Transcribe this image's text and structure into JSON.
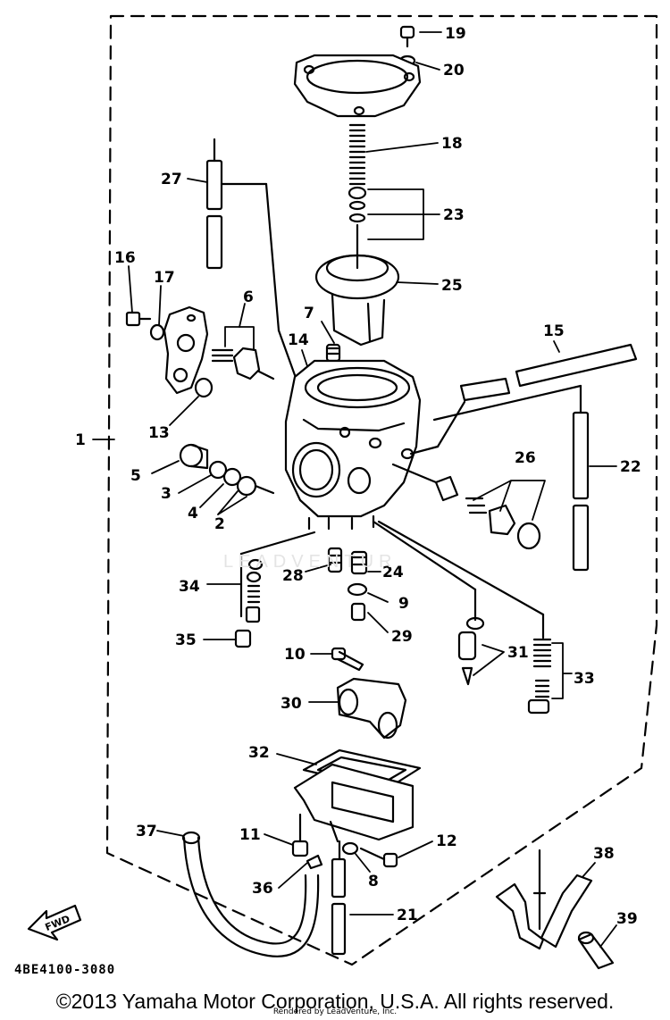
{
  "diagram": {
    "part_code": "4BE4100-3080",
    "fwd_label": "FWD",
    "watermark": "LEADVENTUR",
    "callouts": [
      "1",
      "2",
      "3",
      "4",
      "5",
      "6",
      "7",
      "8",
      "9",
      "10",
      "11",
      "12",
      "13",
      "14",
      "15",
      "16",
      "17",
      "18",
      "19",
      "20",
      "21",
      "22",
      "23",
      "24",
      "25",
      "26",
      "27",
      "28",
      "29",
      "30",
      "31",
      "32",
      "33",
      "34",
      "35",
      "36",
      "37",
      "38",
      "39"
    ]
  },
  "footer": {
    "copyright": "©2013 Yamaha Motor Corporation, U.S.A. All rights reserved.",
    "rendered_by": "Rendered by LeadVenture, Inc."
  }
}
